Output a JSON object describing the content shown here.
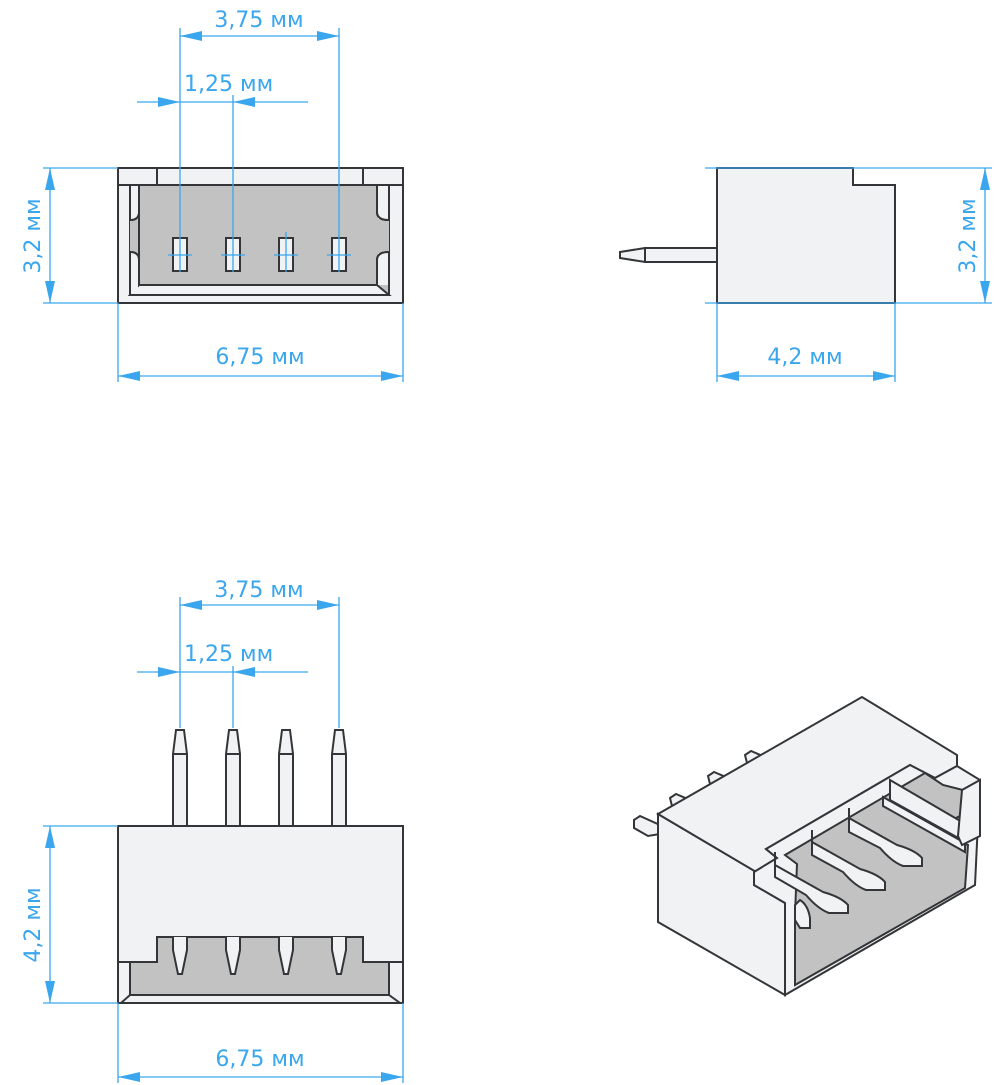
{
  "colors": {
    "dimension": "#3aa6ee",
    "body_fill": "#f1f2f4",
    "cavity_fill": "#c2c2c2",
    "outline": "#333538"
  },
  "views": {
    "front_top": {
      "pin_pitch_span": "3,75 мм",
      "pin_pitch": "1,25 мм",
      "height": "3,2 мм",
      "width": "6,75 мм",
      "pin_count": 4
    },
    "side": {
      "height": "3,2 мм",
      "depth": "4,2 мм"
    },
    "front_bottom": {
      "pin_pitch_span": "3,75 мм",
      "pin_pitch": "1,25 мм",
      "depth": "4,2 мм",
      "width": "6,75 мм",
      "pin_count": 4
    },
    "isometric": {
      "pin_count": 4
    }
  }
}
